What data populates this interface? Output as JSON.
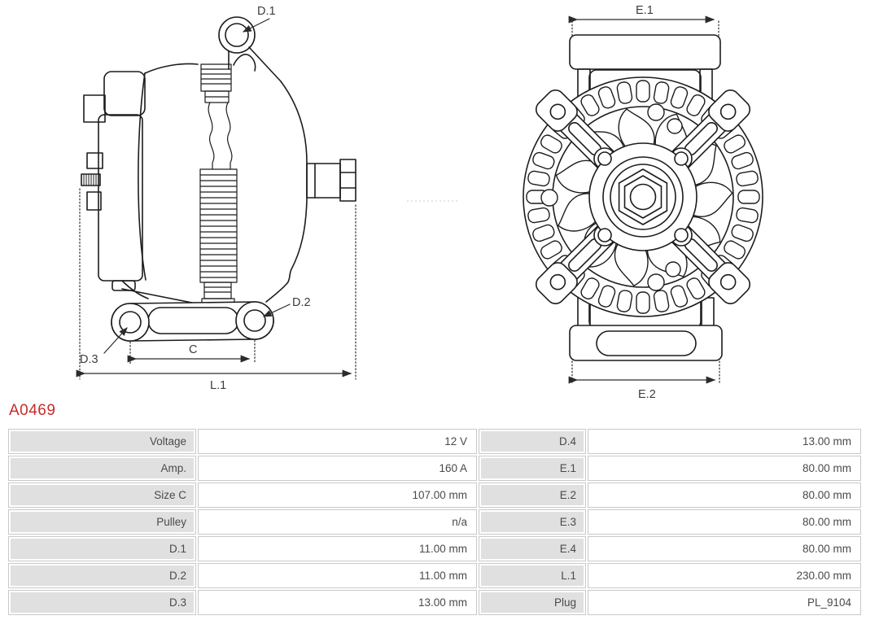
{
  "part_number": "A0469",
  "colors": {
    "accent_red": "#c52b2b",
    "line": "#1a1a1a",
    "cell_gray": "#e0e0e0",
    "cell_border": "#c9c9c9",
    "text_gray": "#4a4a4a"
  },
  "diagrams": {
    "side": {
      "d1": "D.1",
      "d2": "D.2",
      "d3": "D.3",
      "c": "C",
      "l1": "L.1"
    },
    "front": {
      "e1": "E.1",
      "e2": "E.2"
    }
  },
  "spec_table": {
    "left": [
      {
        "label": "Voltage",
        "value": "12 V"
      },
      {
        "label": "Amp.",
        "value": "160 A"
      },
      {
        "label": "Size C",
        "value": "107.00 mm"
      },
      {
        "label": "Pulley",
        "value": "n/a"
      },
      {
        "label": "D.1",
        "value": "11.00 mm"
      },
      {
        "label": "D.2",
        "value": "11.00 mm"
      },
      {
        "label": "D.3",
        "value": "13.00 mm"
      }
    ],
    "right": [
      {
        "label": "D.4",
        "value": "13.00 mm"
      },
      {
        "label": "E.1",
        "value": "80.00 mm"
      },
      {
        "label": "E.2",
        "value": "80.00 mm"
      },
      {
        "label": "E.3",
        "value": "80.00 mm"
      },
      {
        "label": "E.4",
        "value": "80.00 mm"
      },
      {
        "label": "L.1",
        "value": "230.00 mm"
      },
      {
        "label": "Plug",
        "value": "PL_9104"
      }
    ]
  }
}
